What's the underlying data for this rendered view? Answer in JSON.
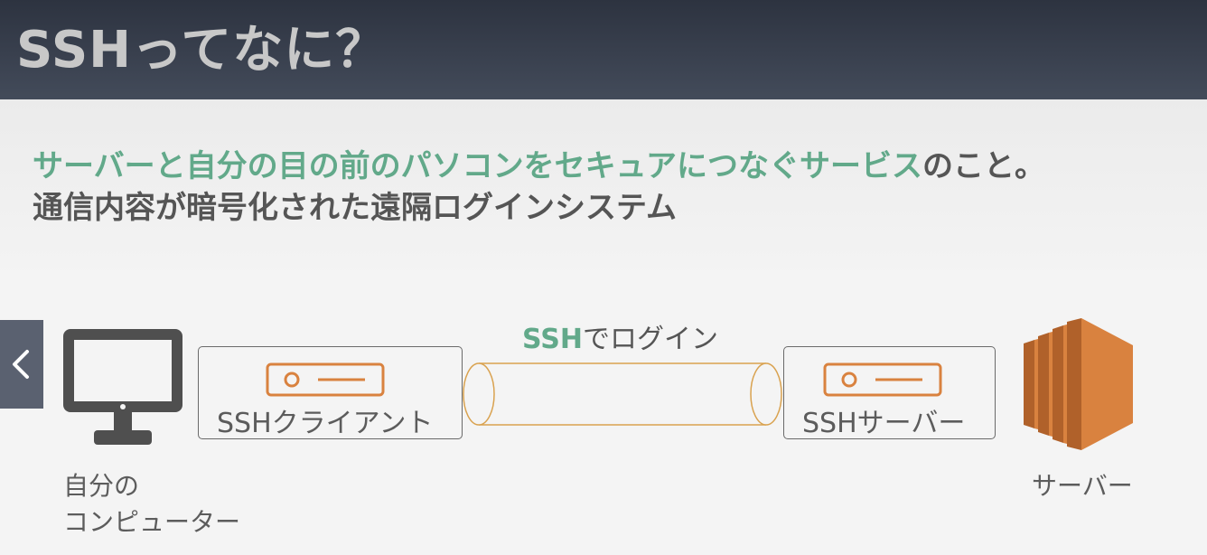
{
  "header": {
    "title": "SSHってなに？"
  },
  "description": {
    "line1_highlight": "サーバーと自分の目の前のパソコンをセキュアにつなぐサービス",
    "line1_rest": "のこと。",
    "line2": "通信内容が暗号化された遠隔ログインシステム"
  },
  "diagram": {
    "computer_label_line1": "自分の",
    "computer_label_line2": "コンピューター",
    "client_label": "SSHクライアント",
    "tunnel_label_ssh": "SSH",
    "tunnel_label_rest": "でログイン",
    "server_box_label": "SSHサーバー",
    "server_label": "サーバー"
  },
  "colors": {
    "accent_green": "#62a98a",
    "orange": "#d9823f",
    "header_dark": "#2d3340"
  },
  "icons": [
    "chevron-left-icon",
    "monitor-icon",
    "server-unit-icon",
    "aws-server-icon"
  ]
}
